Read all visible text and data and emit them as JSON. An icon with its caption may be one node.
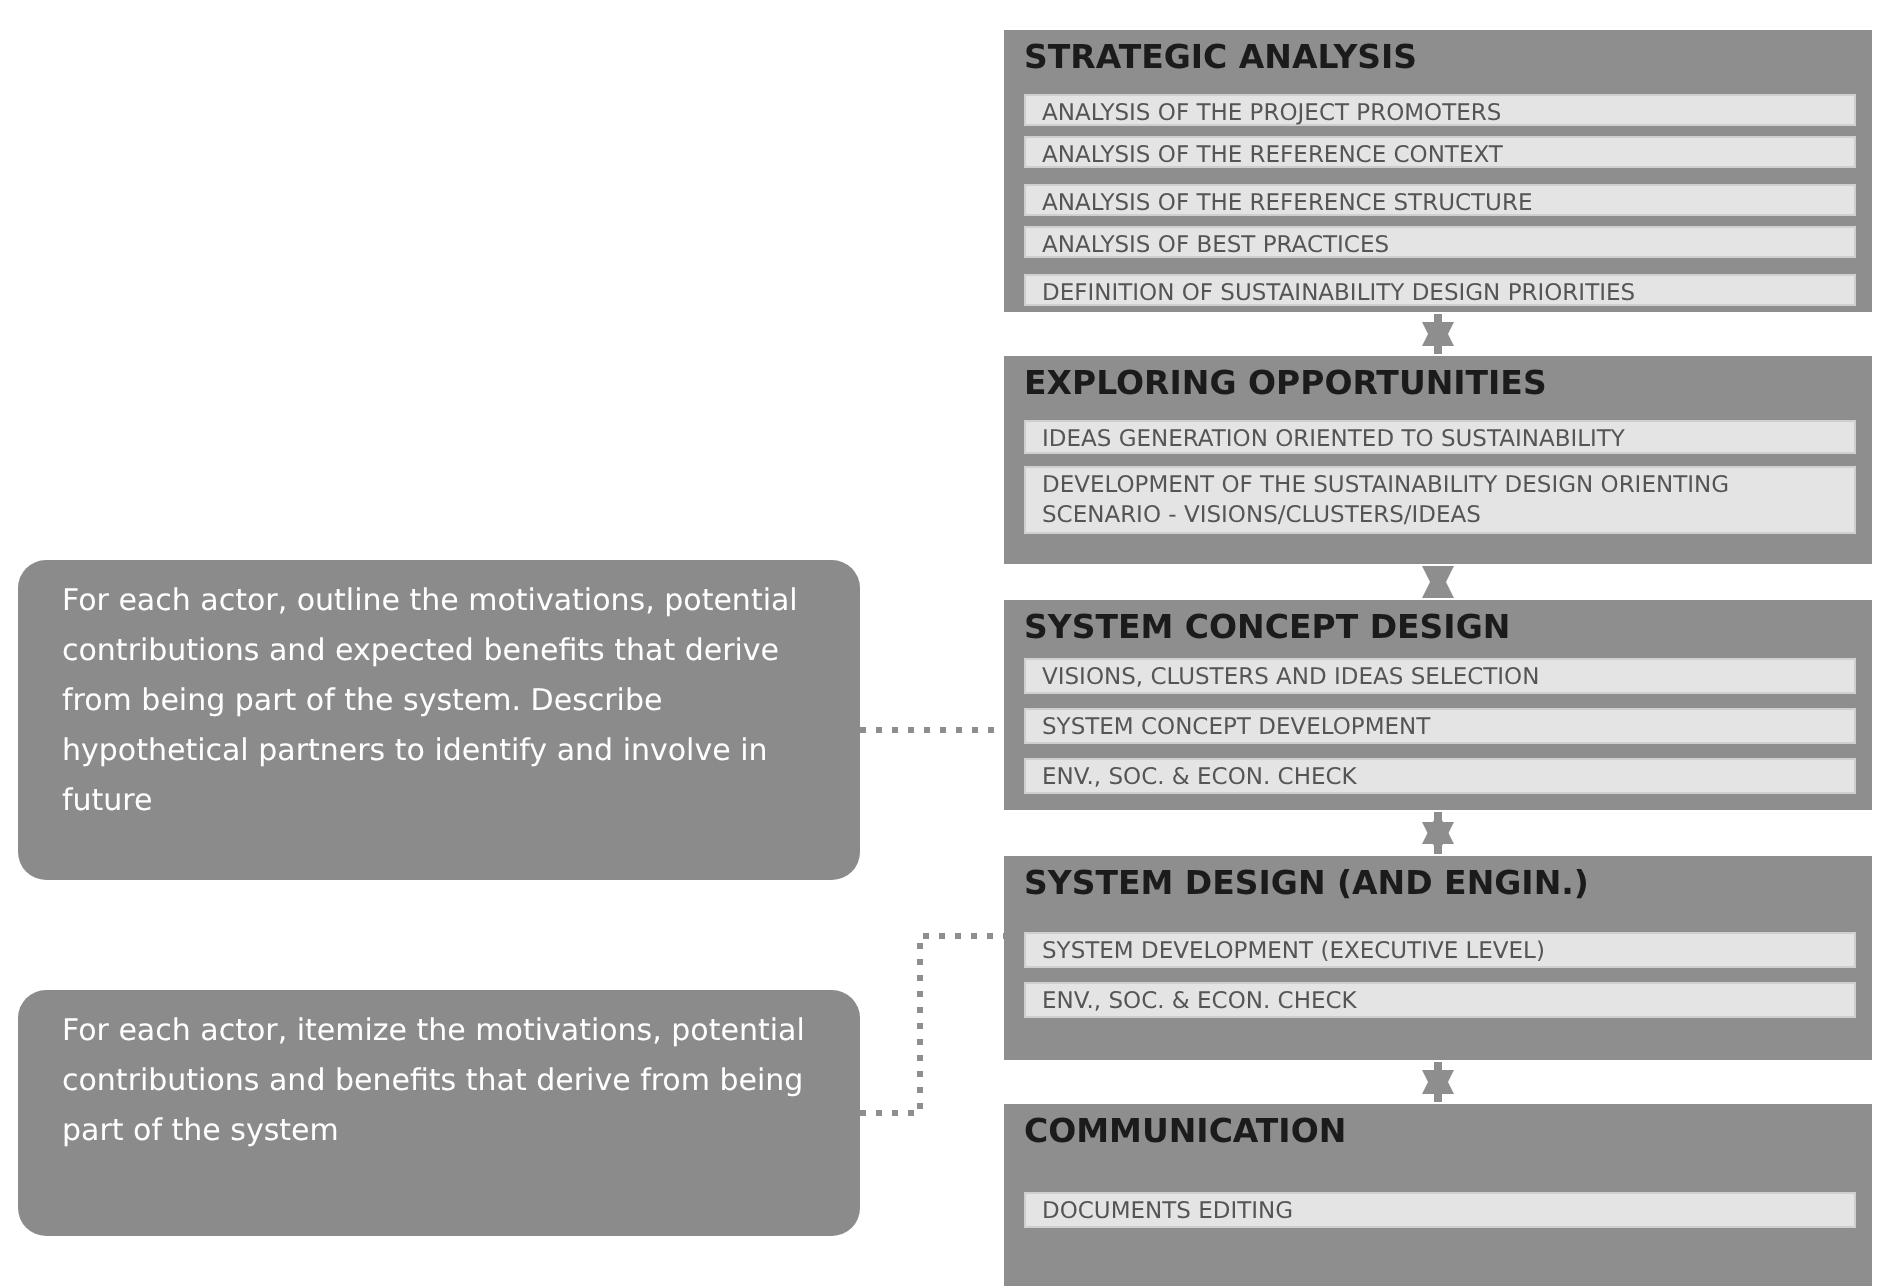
{
  "diagram": {
    "nodes": [
      {
        "text": [
          "STRATEGIC ANALYSIS"
        ]
      },
      {
        "text": [
          "ANALYSIS OF THE PROJECT PROMOTERS"
        ],
        "in": 0
      },
      {
        "text": [
          "ANALYSIS OF THE REFERENCE CONTEXT"
        ],
        "in": 0
      },
      {
        "text": [
          "ANALYSIS OF THE REFERENCE STRUCTURE"
        ],
        "in": 0
      },
      {
        "text": [
          "ANALYSIS OF BEST PRACTICES"
        ],
        "in": 0
      },
      {
        "text": [
          "DEFINITION OF SUSTAINABILITY DESIGN PRIORITIES"
        ],
        "in": 0
      },
      {
        "text": [
          "EXPLORING OPPORTUNITIES"
        ]
      },
      {
        "text": [
          "IDEAS GENERATION ORIENTED TO SUSTAINABILITY"
        ],
        "in": 6
      },
      {
        "text": [
          "DEVELOPMENT OF THE SUSTAINABILITY DESIGN ORIENTING SCENARIO - VISIONS/CLUSTERS/IDEAS"
        ],
        "in": 6
      },
      {
        "text": [
          "SYSTEM CONCEPT DESIGN"
        ]
      },
      {
        "text": [
          "VISIONS, CLUSTERS AND IDEAS SELECTION"
        ],
        "in": 9
      },
      {
        "text": [
          "SYSTEM CONCEPT DEVELOPMENT"
        ],
        "in": 9
      },
      {
        "text": [
          "ENV., SOC. & ECON. CHECK"
        ],
        "in": 9
      },
      {
        "text": [
          "SYSTEM DESIGN (AND ENGIN.)"
        ]
      },
      {
        "text": [
          "SYSTEM DEVELOPMENT (EXECUTIVE LEVEL)"
        ],
        "in": 13
      },
      {
        "text": [
          "ENV., SOC. & ECON. CHECK"
        ],
        "in": 13
      },
      {
        "text": [
          "COMMUNICATION"
        ]
      },
      {
        "text": [
          "DOCUMENTS EDITING"
        ],
        "in": 16
      },
      {
        "text": [
          "For each actor, outline the motivations, potential contributions and expected benefits that derive from being part of the system. Describe hypothetical partners to identify and involve in future"
        ]
      },
      {
        "text": [
          "For each actor, itemize the motivations, potential contributions and benefits that derive from being part of the system"
        ]
      }
    ],
    "edges": [
      {
        "from": 0,
        "to": 6,
        "arrow": "both"
      },
      {
        "from": 6,
        "to": 9,
        "arrow": "both"
      },
      {
        "from": 9,
        "to": 13,
        "arrow": "both"
      },
      {
        "from": 13,
        "to": 16,
        "arrow": "both"
      },
      {
        "from": 18,
        "to": 9,
        "arrow": "none",
        "style": "dashed"
      },
      {
        "from": 19,
        "to": 13,
        "arrow": "none",
        "style": "dashed"
      }
    ]
  }
}
